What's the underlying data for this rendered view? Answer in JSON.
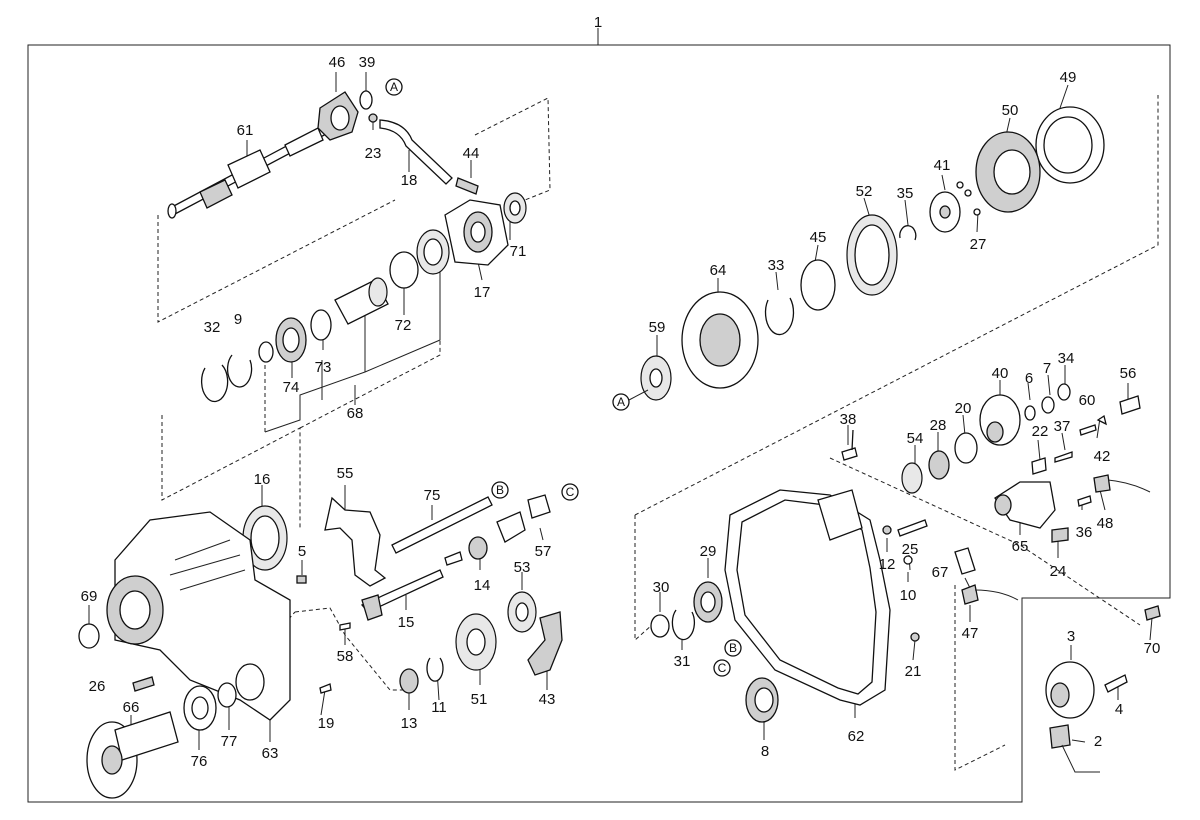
{
  "diagram": {
    "assembly_label": "1",
    "parts": [
      {
        "id": "p46",
        "label": "46"
      },
      {
        "id": "p39",
        "label": "39"
      },
      {
        "id": "p61",
        "label": "61"
      },
      {
        "id": "p23",
        "label": "23"
      },
      {
        "id": "p44",
        "label": "44"
      },
      {
        "id": "p18",
        "label": "18"
      },
      {
        "id": "p71",
        "label": "71"
      },
      {
        "id": "p17",
        "label": "17"
      },
      {
        "id": "p72",
        "label": "72"
      },
      {
        "id": "p73",
        "label": "73"
      },
      {
        "id": "p74",
        "label": "74"
      },
      {
        "id": "p32",
        "label": "32"
      },
      {
        "id": "p9",
        "label": "9"
      },
      {
        "id": "p68",
        "label": "68"
      },
      {
        "id": "p16",
        "label": "16"
      },
      {
        "id": "p55",
        "label": "55"
      },
      {
        "id": "p75",
        "label": "75"
      },
      {
        "id": "p5",
        "label": "5"
      },
      {
        "id": "p14",
        "label": "14"
      },
      {
        "id": "p57",
        "label": "57"
      },
      {
        "id": "p53",
        "label": "53"
      },
      {
        "id": "p69",
        "label": "69"
      },
      {
        "id": "p15",
        "label": "15"
      },
      {
        "id": "p58",
        "label": "58"
      },
      {
        "id": "p26",
        "label": "26"
      },
      {
        "id": "p66",
        "label": "66"
      },
      {
        "id": "p76",
        "label": "76"
      },
      {
        "id": "p77",
        "label": "77"
      },
      {
        "id": "p63",
        "label": "63"
      },
      {
        "id": "p19",
        "label": "19"
      },
      {
        "id": "p13",
        "label": "13"
      },
      {
        "id": "p11",
        "label": "11"
      },
      {
        "id": "p51",
        "label": "51"
      },
      {
        "id": "p43",
        "label": "43"
      },
      {
        "id": "p49",
        "label": "49"
      },
      {
        "id": "p50",
        "label": "50"
      },
      {
        "id": "p41",
        "label": "41"
      },
      {
        "id": "p52",
        "label": "52"
      },
      {
        "id": "p35",
        "label": "35"
      },
      {
        "id": "p27",
        "label": "27"
      },
      {
        "id": "p45",
        "label": "45"
      },
      {
        "id": "p33",
        "label": "33"
      },
      {
        "id": "p64",
        "label": "64"
      },
      {
        "id": "p59",
        "label": "59"
      },
      {
        "id": "p40",
        "label": "40"
      },
      {
        "id": "p6",
        "label": "6"
      },
      {
        "id": "p7",
        "label": "7"
      },
      {
        "id": "p34",
        "label": "34"
      },
      {
        "id": "p56",
        "label": "56"
      },
      {
        "id": "p60",
        "label": "60"
      },
      {
        "id": "p38",
        "label": "38"
      },
      {
        "id": "p54",
        "label": "54"
      },
      {
        "id": "p28",
        "label": "28"
      },
      {
        "id": "p20",
        "label": "20"
      },
      {
        "id": "p22",
        "label": "22"
      },
      {
        "id": "p37",
        "label": "37"
      },
      {
        "id": "p42",
        "label": "42"
      },
      {
        "id": "p36",
        "label": "36"
      },
      {
        "id": "p48",
        "label": "48"
      },
      {
        "id": "p65",
        "label": "65"
      },
      {
        "id": "p24",
        "label": "24"
      },
      {
        "id": "p29",
        "label": "29"
      },
      {
        "id": "p12",
        "label": "12"
      },
      {
        "id": "p25",
        "label": "25"
      },
      {
        "id": "p10",
        "label": "10"
      },
      {
        "id": "p67",
        "label": "67"
      },
      {
        "id": "p30",
        "label": "30"
      },
      {
        "id": "p31",
        "label": "31"
      },
      {
        "id": "p47",
        "label": "47"
      },
      {
        "id": "p21",
        "label": "21"
      },
      {
        "id": "p70",
        "label": "70"
      },
      {
        "id": "p3",
        "label": "3"
      },
      {
        "id": "p4",
        "label": "4"
      },
      {
        "id": "p2",
        "label": "2"
      },
      {
        "id": "p8",
        "label": "8"
      },
      {
        "id": "p62",
        "label": "62"
      }
    ],
    "refs": [
      {
        "id": "refA1",
        "letter": "A"
      },
      {
        "id": "refA2",
        "letter": "A"
      },
      {
        "id": "refB1",
        "letter": "B"
      },
      {
        "id": "refB2",
        "letter": "B"
      },
      {
        "id": "refC1",
        "letter": "C"
      },
      {
        "id": "refC2",
        "letter": "C"
      }
    ]
  }
}
